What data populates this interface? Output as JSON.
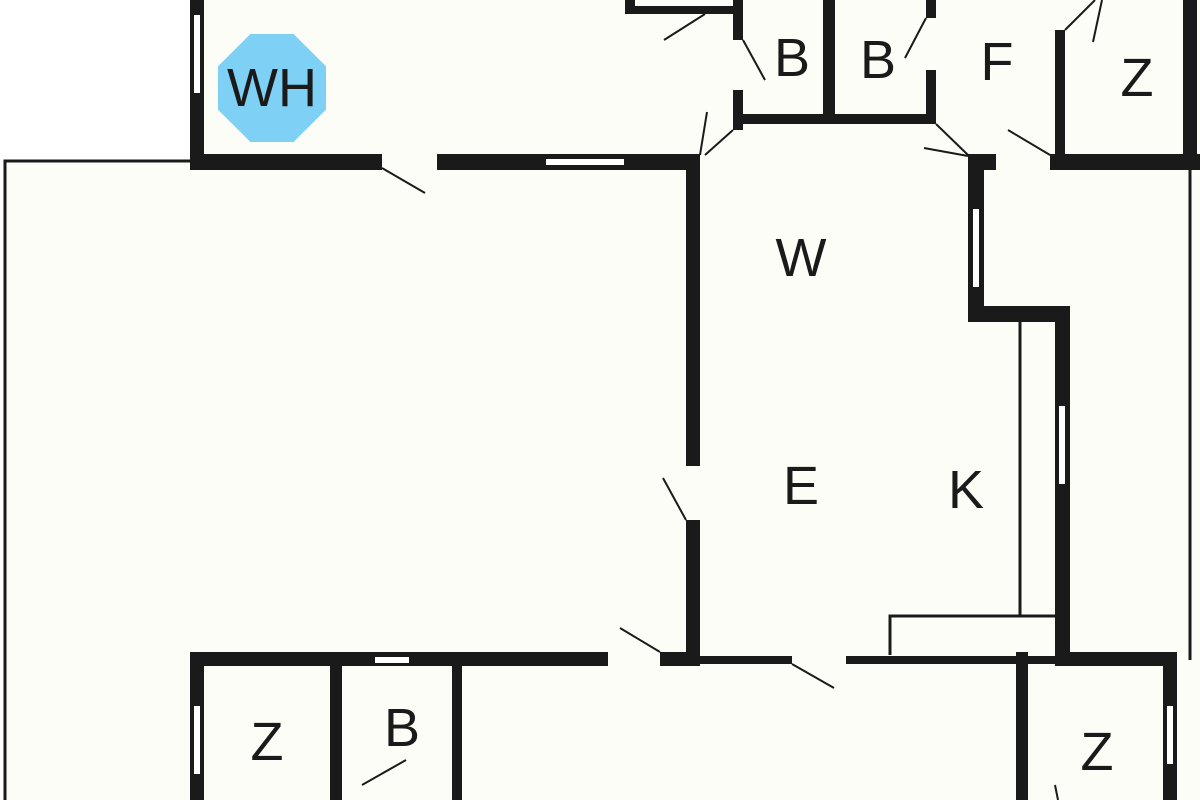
{
  "title": "Floor plan",
  "colors": {
    "wall": "#1a1a1a",
    "floor": "#fdfdf7",
    "wh_badge": "#7fd0f5"
  },
  "rooms": {
    "wh": "WH",
    "bath1": "B",
    "bath2": "B",
    "f": "F",
    "z_top_right": "Z",
    "w": "W",
    "e": "E",
    "k": "K",
    "z_bottom_left": "Z",
    "bath3": "B",
    "z_bottom_right": "Z"
  }
}
